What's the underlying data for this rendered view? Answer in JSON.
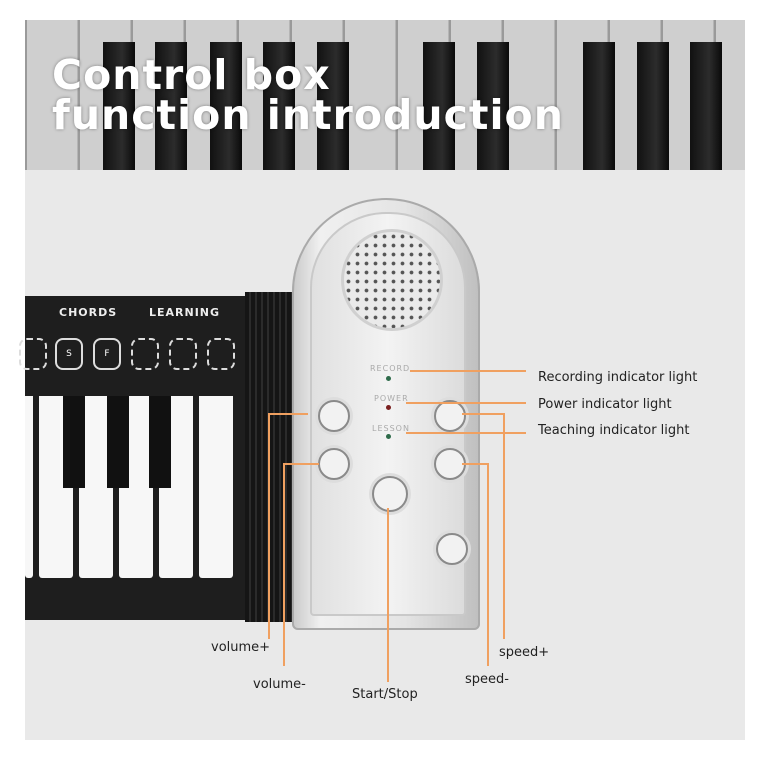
{
  "title_line1": "Control box",
  "title_line2": "function introduction",
  "mat": {
    "chords_label": "CHORDS",
    "learning_label": "LEARNING",
    "buttons": [
      "S",
      "F"
    ]
  },
  "device": {
    "led_labels": [
      "RECORD",
      "POWER",
      "LESSON"
    ],
    "led_colors": [
      "#2e6b4a",
      "#7a1f1f",
      "#2e6b4a"
    ]
  },
  "callouts": {
    "recording": "Recording indicator light",
    "power": "Power indicator light",
    "teaching": "Teaching indicator light",
    "volume_plus": "volume+",
    "volume_minus": "volume-",
    "start_stop": "Start/Stop",
    "speed_minus": "speed-",
    "speed_plus": "speed+"
  },
  "colors": {
    "leader_line": "#f0a060"
  }
}
